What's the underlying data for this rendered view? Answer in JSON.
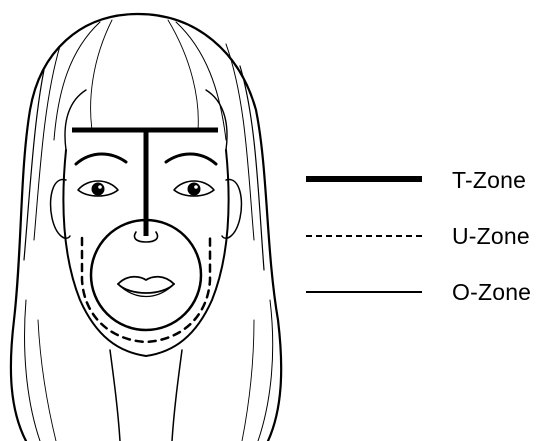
{
  "legend": {
    "items": [
      {
        "label": "T-Zone",
        "style": "solid-thick"
      },
      {
        "label": "U-Zone",
        "style": "dashed"
      },
      {
        "label": "O-Zone",
        "style": "solid-thin"
      }
    ]
  },
  "colors": {
    "ink": "#000000",
    "background": "#ffffff"
  }
}
